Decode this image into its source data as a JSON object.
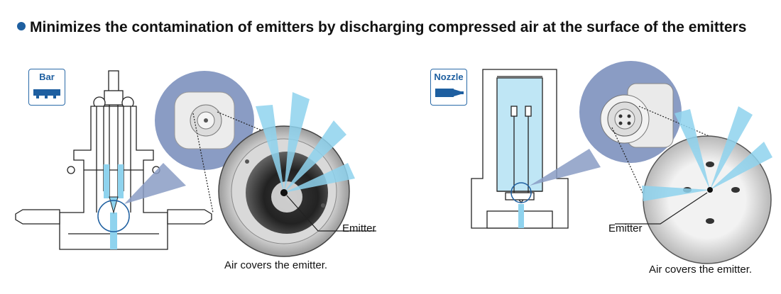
{
  "heading": "Minimizes the contamination of emitters by discharging compressed air at the surface of the emitters",
  "bar_panel": {
    "badge": "Bar",
    "emitter_label": "Emitter",
    "caption": "Air covers the emitter."
  },
  "nozzle_panel": {
    "badge": "Nozzle",
    "emitter_label": "Emitter",
    "caption": "Air covers the emitter."
  },
  "colors": {
    "accent_blue": "#1e5fa0",
    "air_blue": "#8fd3ee",
    "circle_bg": "#8a9cc4"
  },
  "icons": [
    "bar-ionizer-icon",
    "nozzle-ionizer-icon"
  ]
}
